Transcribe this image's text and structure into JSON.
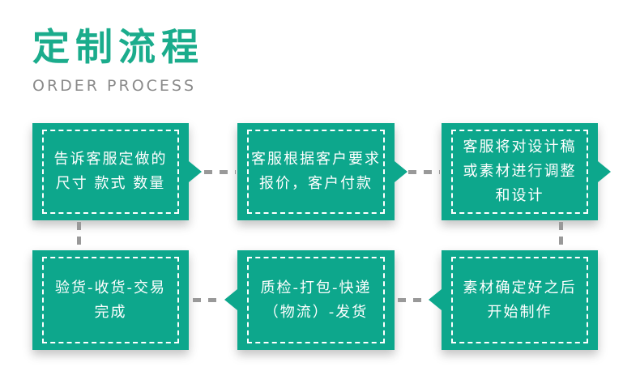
{
  "header": {
    "title": "定制流程",
    "subtitle": "ORDER PROCESS"
  },
  "colors": {
    "box_fill": "#0DA78C",
    "title_green": "#1BAC8C",
    "subtitle_gray": "#8A8A8A",
    "connector_gray": "#999999",
    "box_text": "#FFFFFF",
    "background": "#FFFFFF"
  },
  "flow": {
    "steps": [
      {
        "id": 1,
        "lines": [
          "告诉客服定做的",
          "尺寸 款式 数量"
        ]
      },
      {
        "id": 2,
        "lines": [
          "客服根据客户要求",
          "报价，客户付款"
        ]
      },
      {
        "id": 3,
        "lines": [
          "客服将对设计稿",
          "或素材进行调整",
          "和设计"
        ]
      },
      {
        "id": 4,
        "lines": [
          "验货-收货-交易",
          "完成"
        ]
      },
      {
        "id": 5,
        "lines": [
          "质检-打包-快递",
          "（物流）-发货"
        ]
      },
      {
        "id": 6,
        "lines": [
          "素材确定好之后",
          "开始制作"
        ]
      }
    ],
    "arrows": [
      {
        "name": "arrow-right-icon",
        "from": 1,
        "to": 2
      },
      {
        "name": "arrow-right-icon",
        "from": 2,
        "to": 3
      },
      {
        "name": "arrow-right-icon",
        "from": 3
      },
      {
        "name": "arrow-left-icon",
        "from": 6,
        "to": 5
      },
      {
        "name": "arrow-left-icon",
        "from": 5,
        "to": 4
      }
    ]
  }
}
